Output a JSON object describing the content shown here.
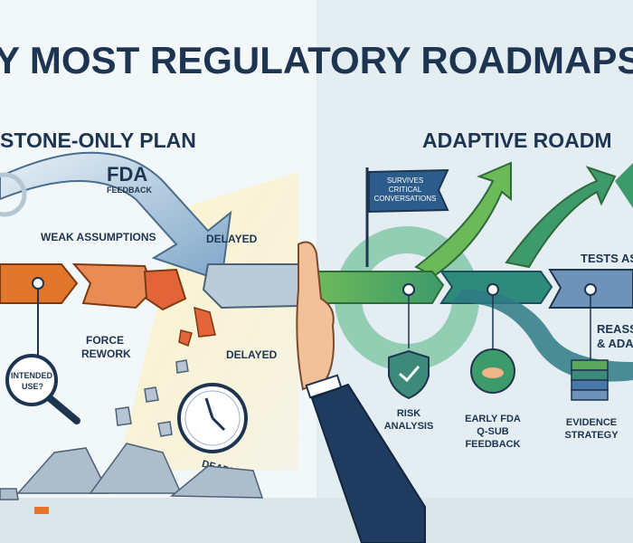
{
  "title": "Y MOST REGULATORY ROADMAPS F",
  "left": {
    "heading": "STONE-ONLY PLAN",
    "fda": "FDA",
    "feedback": "FEEDBACK",
    "weak_assumptions": "WEAK ASSUMPTIONS",
    "delayed_1": "DELAYED",
    "force": "FORCE",
    "rework": "REWORK",
    "delayed_2": "DELAYED",
    "intended": "INTENDED",
    "use": "USE?",
    "deadline": "DEADLINE"
  },
  "right": {
    "heading": "ADAPTIVE ROADM",
    "flag": [
      "SURVIVES",
      "CRITICAL",
      "CONVERSATIONS"
    ],
    "tests": "TESTS AS",
    "reass": "REASS",
    "ada": "& ADA",
    "risk": [
      "RISK",
      "ANALYSIS"
    ],
    "fda_qsub": [
      "EARLY FDA",
      "Q-SUB",
      "FEEDBACK"
    ],
    "evidence": [
      "EVIDENCE",
      "STRATEGY"
    ]
  },
  "colors": {
    "navy": "#1d3550",
    "orange": "#e0772a",
    "green": "#5aa85a",
    "teal": "#2e7a86",
    "blue": "#4a78a8"
  }
}
